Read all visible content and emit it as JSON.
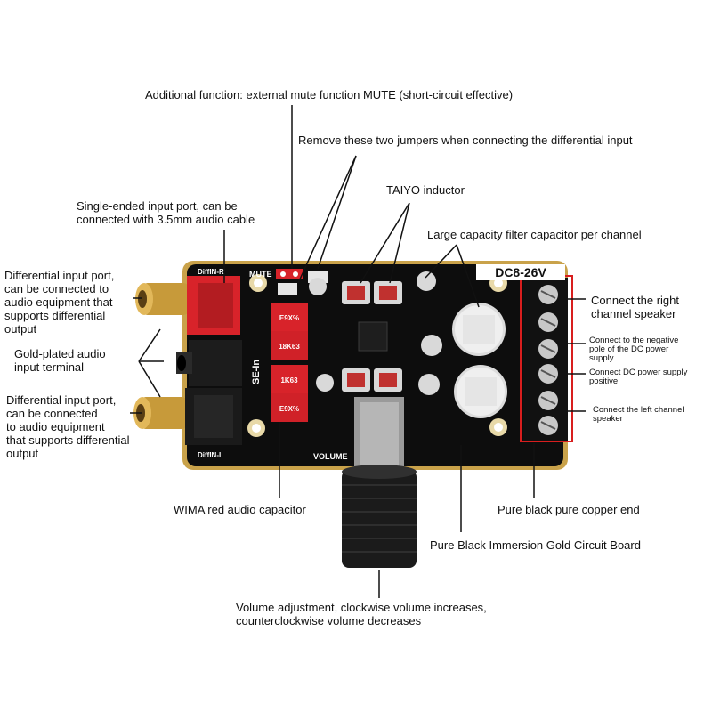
{
  "callouts": {
    "mute": "Additional function: external mute function MUTE (short-circuit effective)",
    "jumpers": "Remove these two jumpers when connecting the differential input",
    "taiyo": "TAIYO inductor",
    "single_ended": "Single-ended input port, can be\nconnected with 3.5mm audio cable",
    "filter_cap": "Large capacity filter capacitor per channel",
    "diff_input_top": "Differential input port,\ncan be connected to\naudio equipment that\n supports differential\noutput",
    "right_speaker": "Connect the right\nchannel speaker",
    "negative_pole": "Connect to the negative\npole of the DC power\nsupply",
    "gold_plated": "Gold-plated audio\ninput terminal",
    "dc_positive": "Connect DC power supply\npositive",
    "left_speaker": "Connect the left channel\nspeaker",
    "diff_input_bottom": "Differential input port,\ncan be connected\nto audio equipment\nthat supports differential\noutput",
    "wima": "WIMA red audio capacitor",
    "copper_end": "Pure black pure copper end",
    "circuit_board": "Pure Black Immersion Gold Circuit Board",
    "volume_adj": "Volume adjustment, clockwise volume increases,\ncounterclockwise volume decreases"
  },
  "board": {
    "diffin_r": "DiffIN-R",
    "diffin_l": "DiffIN-L",
    "mute": "MUTE",
    "se_in": "SE-In",
    "volume": "VOLUME",
    "dc": "DC8-26V",
    "cap_labels": [
      "E9X%",
      "18K63",
      "1K63",
      "E9X%"
    ]
  },
  "colors": {
    "pcb": "#0d0d0d",
    "gold": "#c9a24a",
    "wima_red": "#d8232a",
    "callout_line": "#111111",
    "terminal_outline": "#d81e1e"
  }
}
